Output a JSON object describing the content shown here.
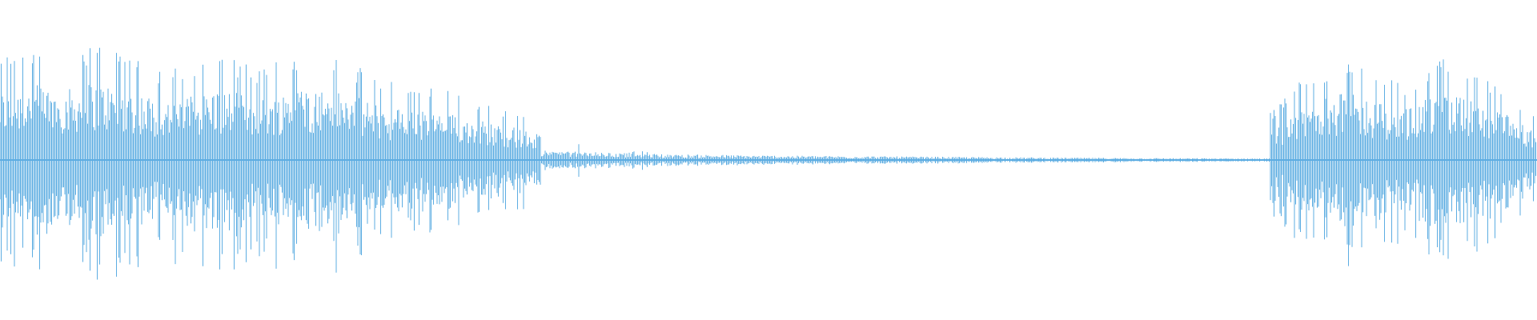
{
  "waveform": {
    "color": "#5dade2",
    "background": "#ffffff",
    "loud_segments": [
      {
        "start": 0.0,
        "end": 0.352,
        "envelope": [
          0.55,
          0.62,
          0.6,
          0.58,
          0.64,
          0.6,
          0.55,
          0.48,
          0.52,
          0.58,
          0.55,
          0.5,
          0.56,
          0.6,
          0.58,
          0.52,
          0.46,
          0.42,
          0.4,
          0.38,
          0.35,
          0.3,
          0.26,
          0.2
        ]
      },
      {
        "start": 0.826,
        "end": 1.0,
        "envelope": [
          0.25,
          0.38,
          0.45,
          0.52,
          0.55,
          0.5,
          0.45,
          0.42,
          0.48,
          0.55,
          0.52,
          0.46,
          0.4,
          0.32,
          0.22
        ]
      }
    ],
    "quiet_segment": {
      "start": 0.352,
      "end": 0.826,
      "level": [
        0.06,
        0.04,
        0.03,
        0.025,
        0.02,
        0.015,
        0.012,
        0.01
      ]
    }
  }
}
